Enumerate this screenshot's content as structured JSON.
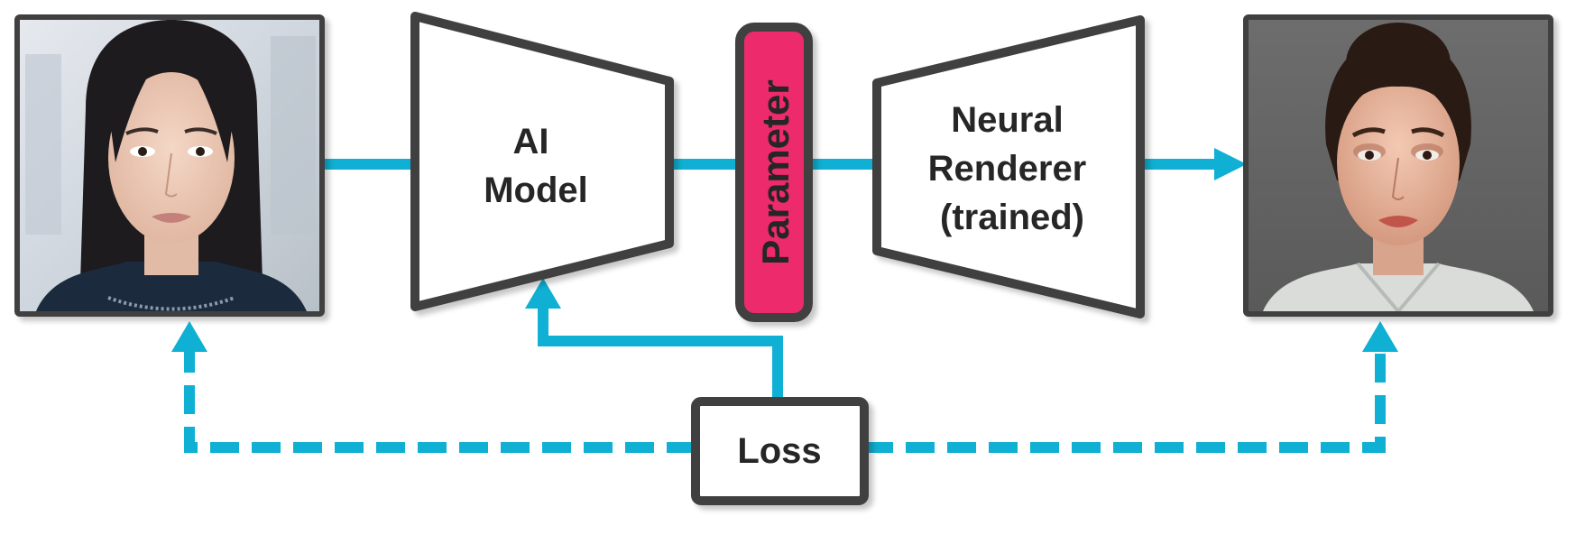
{
  "diagram": {
    "encoder_label_lines": [
      "AI",
      "Model"
    ],
    "parameter_label": "Parameter",
    "renderer_label_lines": [
      "Neural",
      "Renderer",
      "(trained)"
    ],
    "loss_label": "Loss"
  },
  "colors": {
    "arrow": "#0fb0d3",
    "box_border": "#404040",
    "parameter_fill": "#ec2a6c",
    "text": "#262626",
    "shadow": "#d0d0d0"
  },
  "images": {
    "input": "photo of a real woman's face (input)",
    "output": "rendered 3D avatar face (output)"
  }
}
